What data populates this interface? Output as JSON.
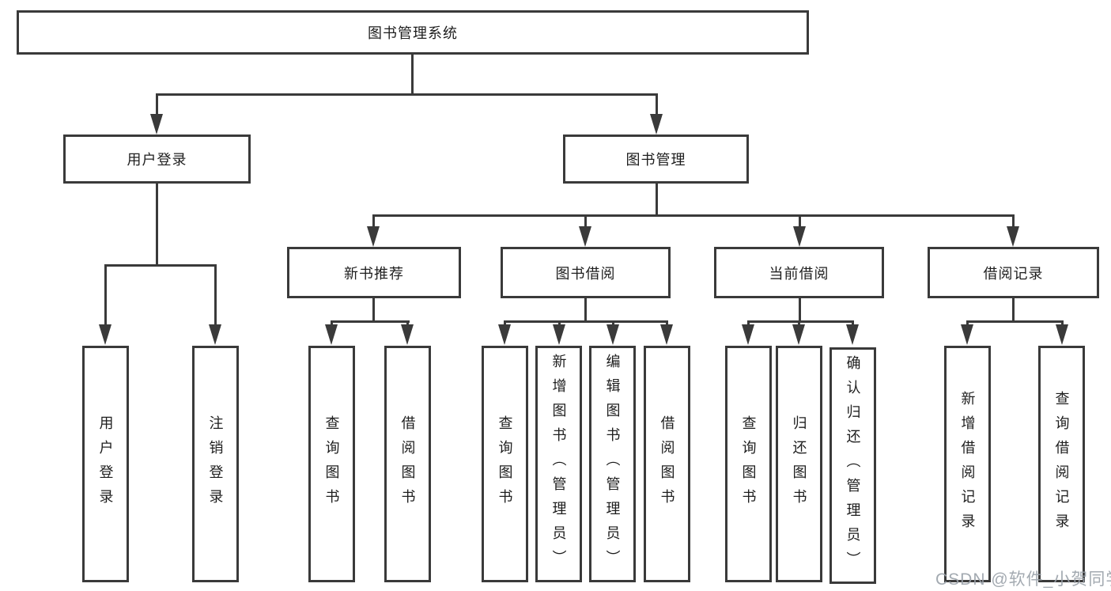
{
  "diagram": {
    "title": "图书管理系统",
    "root": {
      "label": "图书管理系统"
    },
    "level2": [
      {
        "label": "用户登录"
      },
      {
        "label": "图书管理"
      }
    ],
    "level3": [
      {
        "label": "新书推荐"
      },
      {
        "label": "图书借阅"
      },
      {
        "label": "当前借阅"
      },
      {
        "label": "借阅记录"
      }
    ],
    "leaves": {
      "user_login": [
        "用户登录",
        "注销登录"
      ],
      "new_book": [
        "查询图书",
        "借阅图书"
      ],
      "book_borrow": [
        "查询图书",
        "新增图书（管理员）",
        "编辑图书（管理员）",
        "借阅图书"
      ],
      "current_borrow": [
        "查询图书",
        "归还图书",
        "确认归还（管理员）"
      ],
      "borrow_record": [
        "新增借阅记录",
        "查询借阅记录"
      ]
    }
  },
  "watermark": {
    "text": "CSDN @软件_小贺同学"
  },
  "colors": {
    "line": "#3a3a3a",
    "text": "#1e1e1e",
    "box_fill": "#ffffff",
    "watermark": "#9aa1a9",
    "background": "#ffffff"
  }
}
